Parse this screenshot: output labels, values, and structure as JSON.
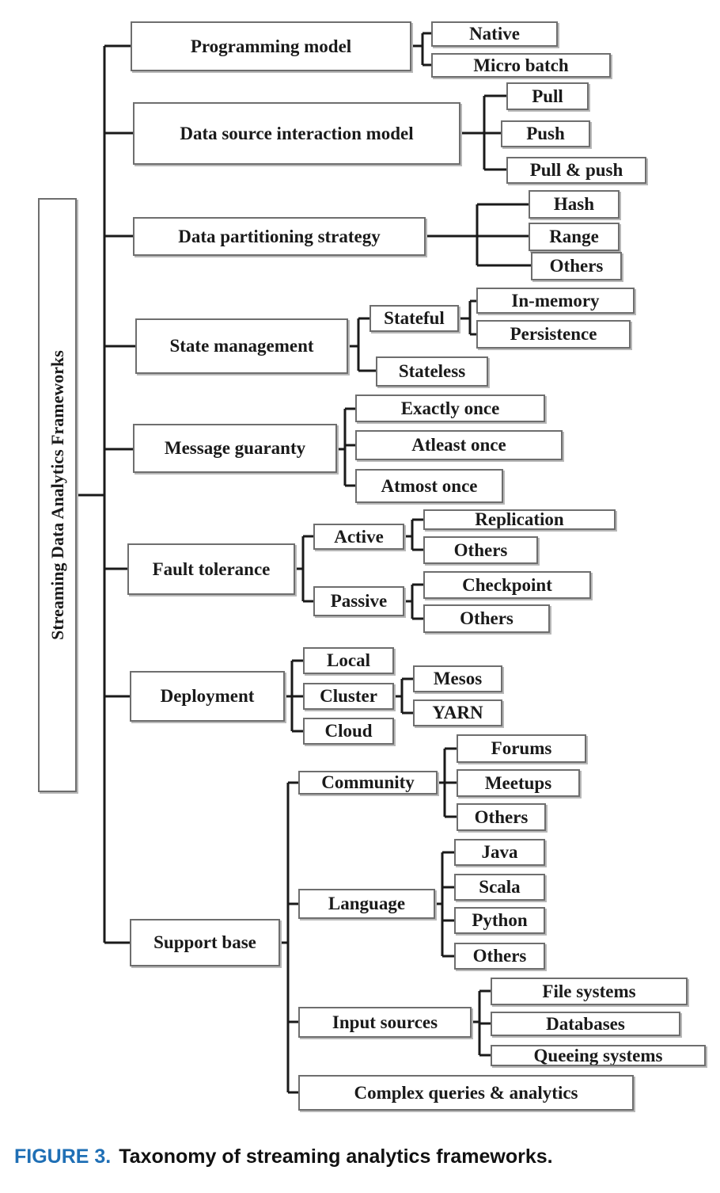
{
  "diagram": {
    "root": "Streaming Data Analytics Frameworks",
    "nodes": {
      "programming_model": "Programming model",
      "native": "Native",
      "micro_batch": "Micro batch",
      "data_source_interaction_model": "Data source interaction model",
      "pull": "Pull",
      "push": "Push",
      "pull_push": "Pull & push",
      "data_partitioning_strategy": "Data partitioning strategy",
      "hash": "Hash",
      "range": "Range",
      "partition_others": "Others",
      "state_management": "State management",
      "stateful": "Stateful",
      "in_memory": "In-memory",
      "persistence": "Persistence",
      "stateless": "Stateless",
      "message_guaranty": "Message guaranty",
      "exactly_once": "Exactly once",
      "atleast_once": "Atleast once",
      "atmost_once": "Atmost once",
      "fault_tolerance": "Fault tolerance",
      "active": "Active",
      "replication": "Replication",
      "active_others": "Others",
      "passive": "Passive",
      "checkpoint": "Checkpoint",
      "passive_others": "Others",
      "deployment": "Deployment",
      "local": "Local",
      "cluster": "Cluster",
      "mesos": "Mesos",
      "yarn": "YARN",
      "cloud": "Cloud",
      "support_base": "Support base",
      "community": "Community",
      "forums": "Forums",
      "meetups": "Meetups",
      "community_others": "Others",
      "language": "Language",
      "java": "Java",
      "scala": "Scala",
      "python": "Python",
      "language_others": "Others",
      "input_sources": "Input sources",
      "file_systems": "File systems",
      "databases": "Databases",
      "queeing_systems": "Queeing systems",
      "complex_queries": "Complex queries & analytics"
    }
  },
  "caption": {
    "figure_label": "FIGURE 3.",
    "text": "Taxonomy of streaming analytics frameworks."
  }
}
